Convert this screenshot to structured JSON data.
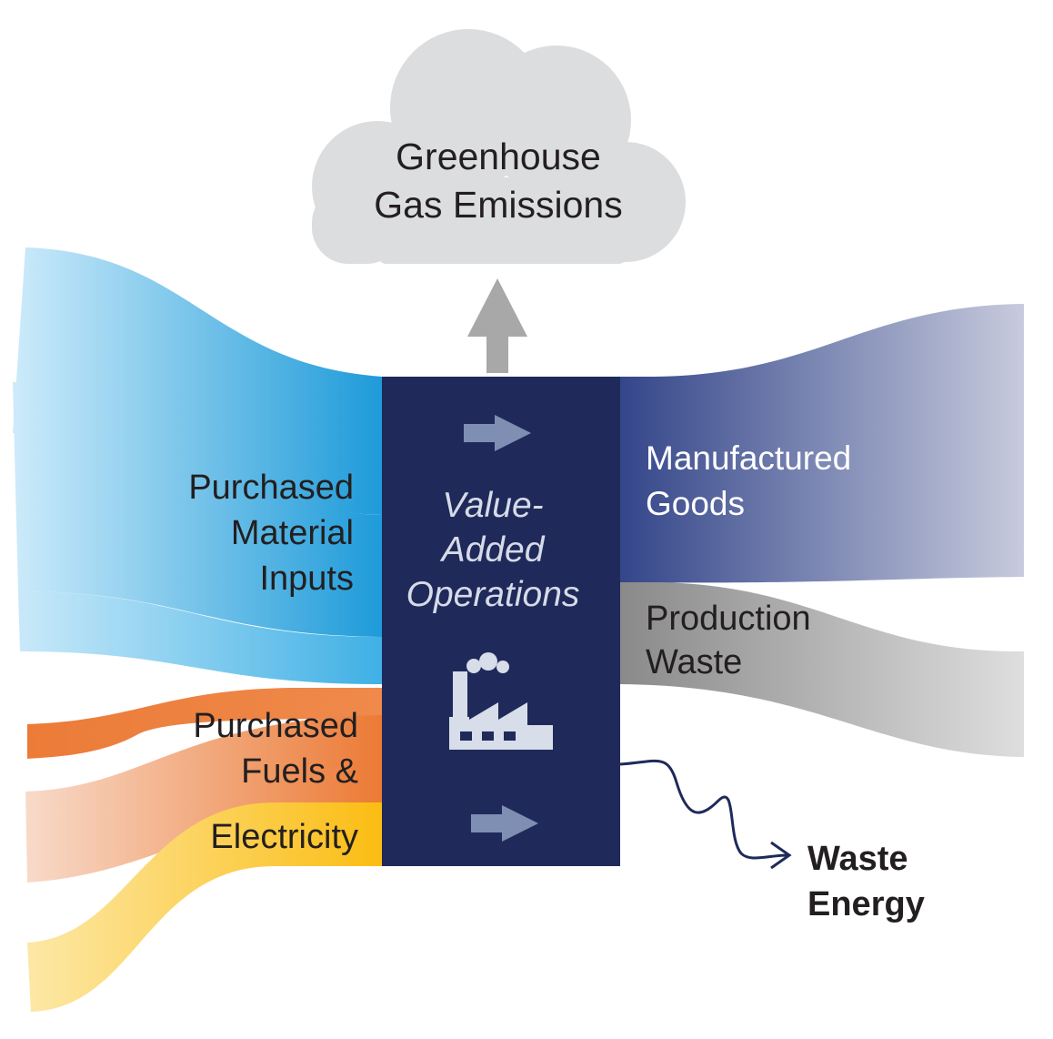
{
  "cloud": {
    "line1": "Greenhouse",
    "line2": "Gas Emissions"
  },
  "inputs": {
    "material": [
      "Purchased",
      "Material",
      "Inputs"
    ],
    "fuels": [
      "Purchased",
      "Fuels &"
    ],
    "electricity": "Electricity"
  },
  "center": {
    "lines": [
      "Value-",
      "Added",
      "Operations"
    ],
    "icon": "factory-icon"
  },
  "outputs": {
    "goods": [
      "Manufactured",
      "Goods"
    ],
    "waste": [
      "Production",
      "Waste"
    ],
    "energy": [
      "Waste",
      "Energy"
    ]
  },
  "colors": {
    "material_flow": "#29a3dc",
    "fuel_flow": "#ec7b37",
    "electricity_flow": "#fbc21c",
    "operations_box": "#1f2a5a",
    "goods_flow": "#3b4d8f",
    "waste_flow": "#8e8e8e",
    "cloud": "#dcdddf",
    "emission_arrow": "#a8a8a8"
  }
}
